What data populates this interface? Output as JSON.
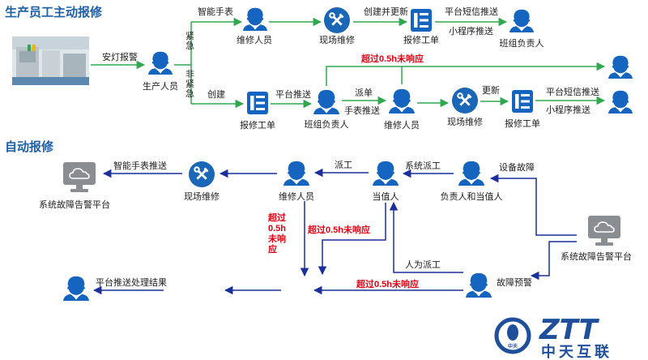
{
  "colors": {
    "title": "#1e5fa8",
    "person": "#1565c0",
    "icon_circle": "#1a66b7",
    "green_line": "#2fa84f",
    "blue_line": "#1c2f9a",
    "red": "#e60012",
    "monitor": "#8a8e93",
    "logo": "#1f4e9a"
  },
  "section_manual": {
    "title": "生产员工主动报修",
    "production_worker": "生产人员",
    "light_alarm": "安灯报警",
    "urgent_label": "紧急",
    "non_urgent_label": "非紧急",
    "top_row": {
      "smartwatch_label": "智能手表",
      "repair_person": "维修人员",
      "onsite_repair": "现场维修",
      "create_update_label": "创建并更新",
      "repair_ticket": "报修工单",
      "sms_label": "平台短信推送",
      "miniapp_label": "小程序推送",
      "team_leader": "班组负责人"
    },
    "bottom_row": {
      "create_label": "创建",
      "repair_ticket": "报修工单",
      "platform_push_label": "平台推送",
      "team_leader": "班组负责人",
      "dispatch_label": "派单",
      "watch_push_label": "手表推送",
      "repair_person": "维修人员",
      "onsite_repair": "现场维修",
      "update_label": "更新",
      "repair_ticket_2": "报修工单",
      "sms_label": "平台短信推送",
      "miniapp_label": "小程序推送"
    },
    "timeout_label": "超过0.5h未响应"
  },
  "section_auto": {
    "title": "自动报修",
    "platform_monitor": "系统故障告警平台",
    "watch_push_label": "智能手表推送",
    "onsite_repair": "现场维修",
    "repair_person": "维修人员",
    "dispatch_label": "派工",
    "on_duty": "当值人",
    "system_dispatch_label": "系统派工",
    "owner_on_duty": "负责人和当值人",
    "device_fault_label": "设备故障",
    "platform_monitor_right": "系统故障告警平台",
    "timeout_vertical": [
      "超过",
      "0.5h",
      "未响",
      "应"
    ],
    "timeout_label_1": "超过0.5h未响应",
    "timeout_label_2": "超过0.5h未响应",
    "manual_dispatch_label": "人为派工",
    "fault_warning": "故障预警",
    "push_result": "平台推送处理结果"
  },
  "logo": {
    "text": "ZTT",
    "subtext": "中天互联",
    "emblem_text": "中天"
  }
}
